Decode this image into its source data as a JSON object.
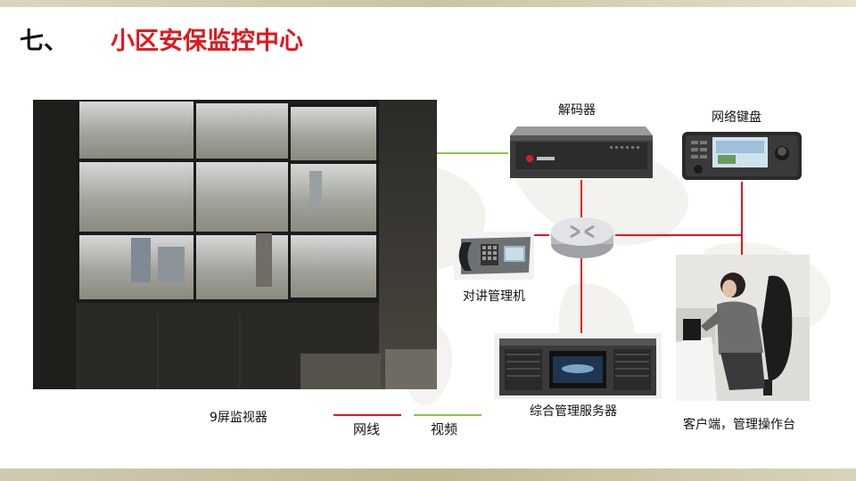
{
  "heading": {
    "number": "七、",
    "title": "小区安保监控中心"
  },
  "devices": {
    "decoder": {
      "label": "解码器",
      "icon": "decoder-icon"
    },
    "network_keyboard": {
      "label": "网络键盘",
      "icon": "keyboard-icon"
    },
    "intercom": {
      "label": "对讲管理机",
      "icon": "intercom-icon"
    },
    "server": {
      "label": "综合管理服务器",
      "icon": "server-icon"
    },
    "client": {
      "label": "客户端，管理操作台",
      "icon": "operator-icon"
    },
    "video_wall": {
      "label": "9屏监视器",
      "icon": "video-wall-icon"
    },
    "switch": {
      "icon": "switch-icon"
    }
  },
  "legend": {
    "network": {
      "label": "网线",
      "color": "#e3161b"
    },
    "video": {
      "label": "视频",
      "color": "#8cc63f"
    }
  }
}
